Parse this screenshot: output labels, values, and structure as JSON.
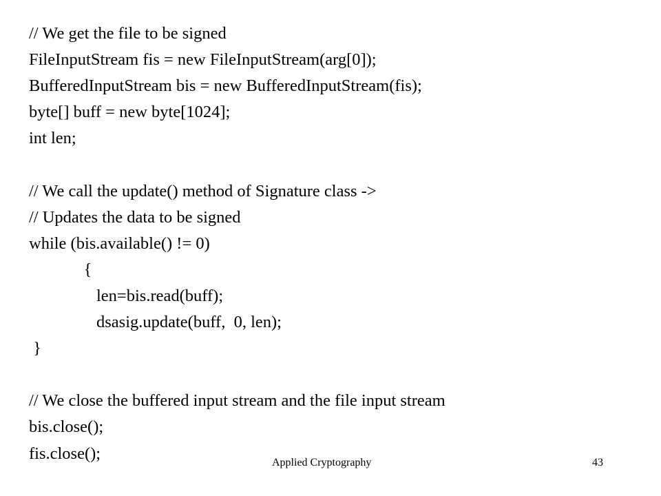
{
  "slide": {
    "code_lines": [
      "// We get the file to be signed",
      "FileInputStream fis = new FileInputStream(arg[0]);",
      "BufferedInputStream bis = new BufferedInputStream(fis);",
      "byte[] buff = new byte[1024];",
      "int len;",
      "",
      "// We call the update() method of Signature class ->",
      "// Updates the data to be signed",
      "while (bis.available() != 0)",
      "             {",
      "                len=bis.read(buff);",
      "                dsasig.update(buff,  0, len);",
      " }",
      "",
      "// We close the buffered input stream and the file input stream",
      "bis.close();",
      "fis.close();"
    ],
    "footer_title": "Applied Cryptography",
    "page_number": "43"
  }
}
